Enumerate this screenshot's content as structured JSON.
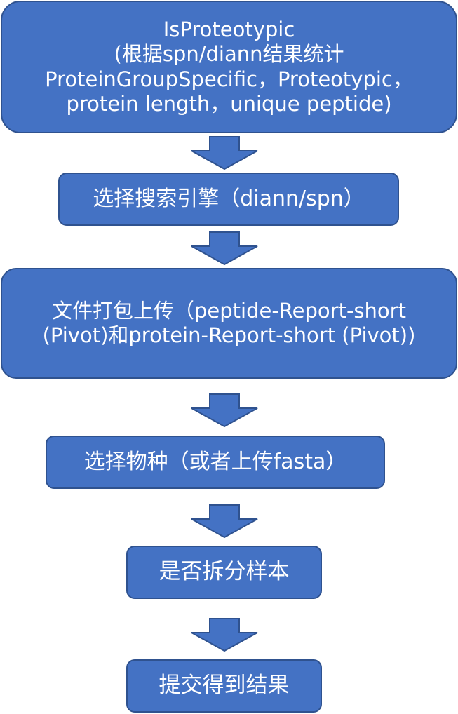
{
  "flow": {
    "steps": [
      {
        "lines": [
          "IsProteotypic",
          "(根据spn/diann结果统计",
          "ProteinGroupSpecific，Proteotypic，",
          "protein length，unique peptide)"
        ]
      },
      {
        "lines": [
          "选择搜索引擎（diann/spn）"
        ]
      },
      {
        "lines": [
          "文件打包上传（peptide-Report-short",
          "(Pivot)和protein-Report-short (Pivot))"
        ]
      },
      {
        "lines": [
          "选择物种（或者上传fasta）"
        ]
      },
      {
        "lines": [
          "是否拆分样本"
        ]
      },
      {
        "lines": [
          "提交得到结果"
        ]
      }
    ]
  },
  "colors": {
    "box_fill": "#4472C4",
    "box_border": "#2F528F",
    "text": "#FFFFFF"
  }
}
